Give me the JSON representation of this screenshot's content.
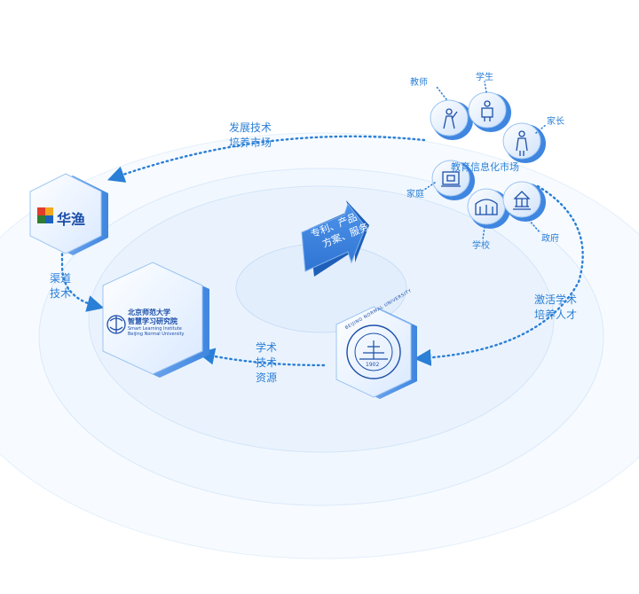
{
  "center_arrow": {
    "line1": "专利、产品",
    "line2": "方案、服务"
  },
  "flows": {
    "develop_tech": [
      "发展技术",
      "培养市场"
    ],
    "channel_tech": [
      "渠道",
      "技术"
    ],
    "academic_resources": [
      "学术",
      "技术",
      "资源"
    ],
    "activate_academic": [
      "激活学术",
      "培养人才"
    ]
  },
  "market": {
    "title": "教育信息化市场",
    "nodes": {
      "teacher": "教师",
      "student": "学生",
      "parent": "家长",
      "family": "家庭",
      "school": "学校",
      "government": "政府"
    }
  },
  "orgs": {
    "huayu": {
      "name": "华渔"
    },
    "institute": {
      "name_cn": "北京师范大学",
      "name_cn2": "智慧学习研究院",
      "name_en": "Smart Learning Institute",
      "name_en2": "Beijing Normal University"
    },
    "bnu": {
      "seal_text": "BEIJING NORMAL UNIVERSITY",
      "year": "1902"
    }
  },
  "colors": {
    "accent": "#2a7fd6",
    "hex_light": "#e7f1ff",
    "hex_side": "#6fa8ec"
  }
}
